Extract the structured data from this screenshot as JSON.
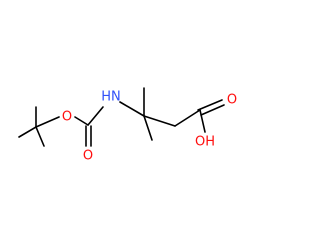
{
  "molecule": {
    "atoms": {
      "oxygen_ester": "O",
      "oxygen_carbonyl": "O",
      "amine": "HN",
      "oxygen_acid_carbonyl": "O",
      "hydroxyl": "OH"
    }
  },
  "colors": {
    "bond": "#000000",
    "oxygen": "#ff0d0d",
    "nitrogen": "#3050f8"
  }
}
